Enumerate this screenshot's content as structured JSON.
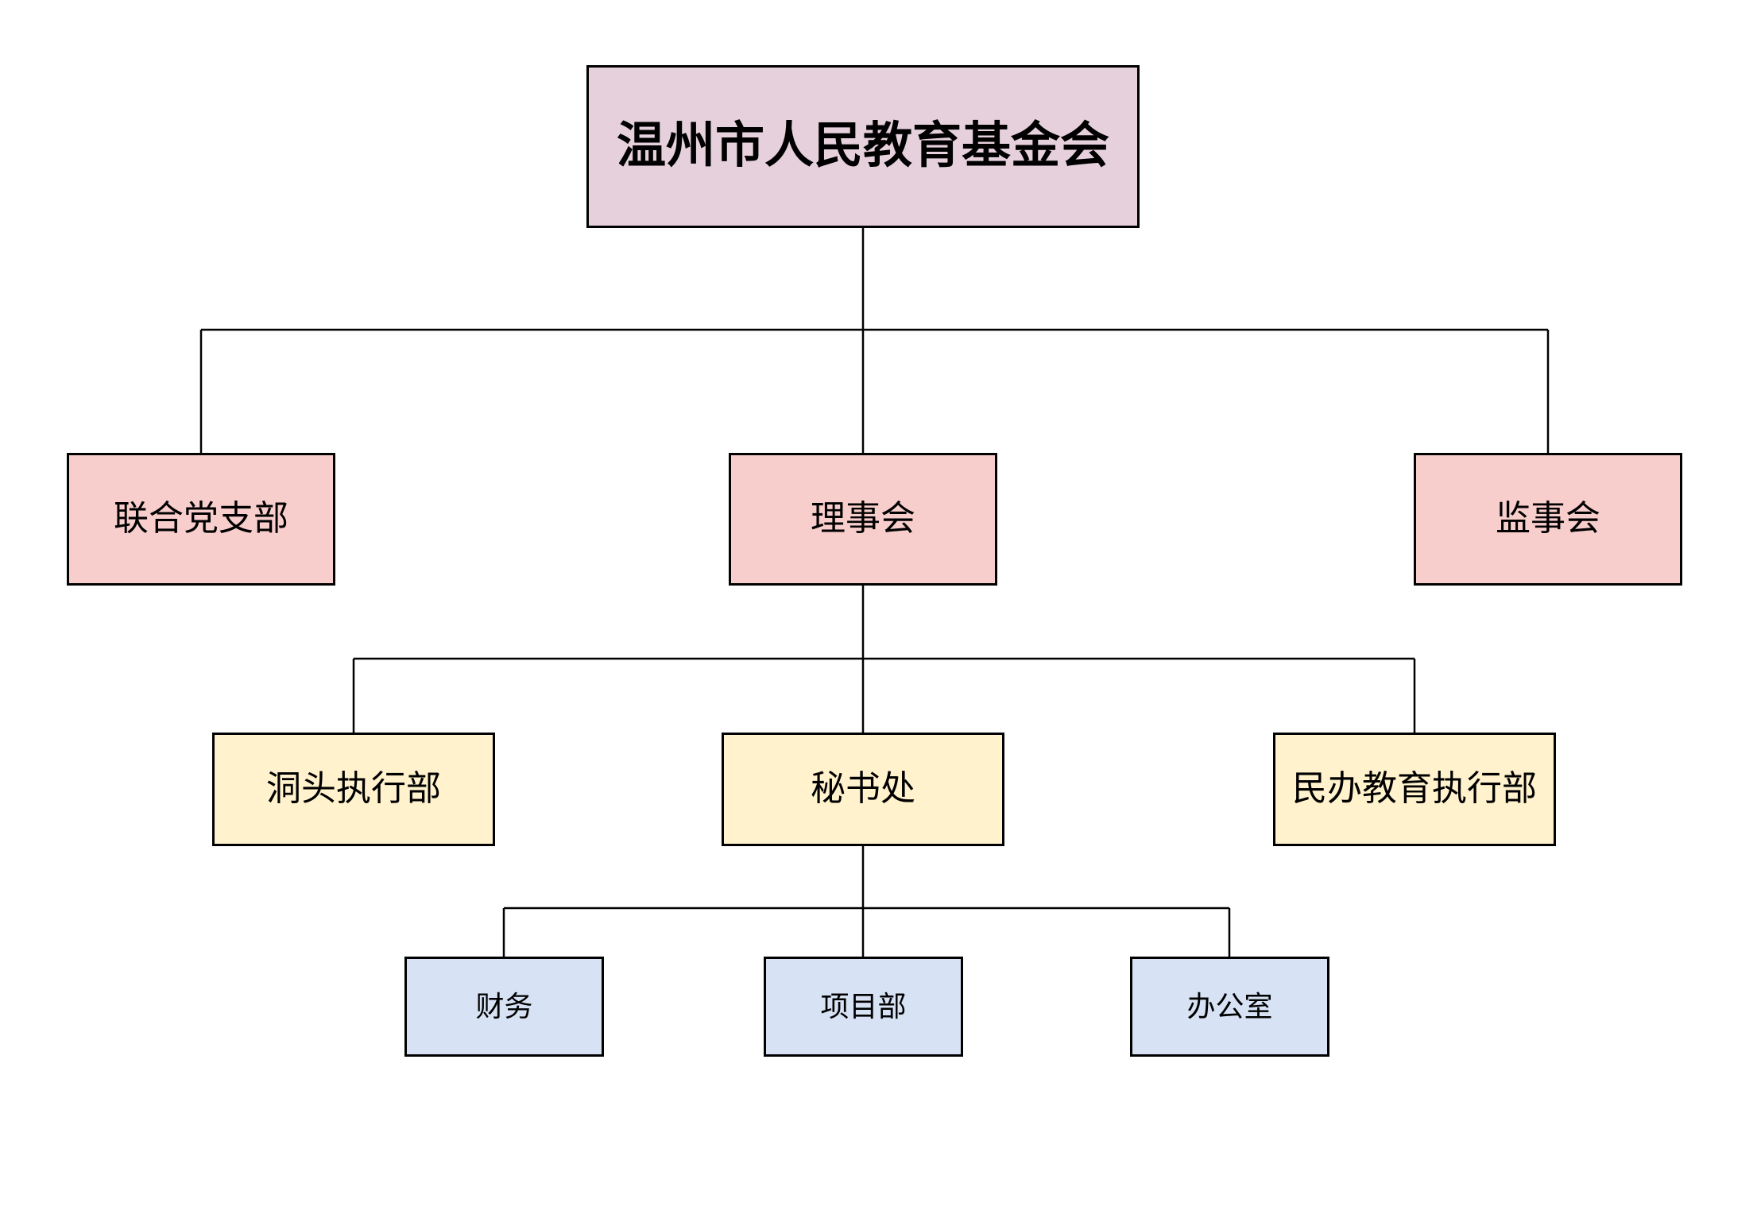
{
  "org_chart": {
    "title": "温州市人民教育基金会",
    "background": "#ffffff",
    "nodes": [
      {
        "id": "root",
        "label": "温州市人民教育基金会",
        "level": 1,
        "parent": null,
        "fill": "#e5d0dc"
      },
      {
        "id": "party",
        "label": "联合党支部",
        "level": 2,
        "parent": "root",
        "fill": "#f8cecc"
      },
      {
        "id": "council",
        "label": "理事会",
        "level": 2,
        "parent": "root",
        "fill": "#f8cecc"
      },
      {
        "id": "supervisors",
        "label": "监事会",
        "level": 2,
        "parent": "root",
        "fill": "#f8cecc"
      },
      {
        "id": "dongtou",
        "label": "洞头执行部",
        "level": 3,
        "parent": "council",
        "fill": "#fff2cc"
      },
      {
        "id": "secretariat",
        "label": "秘书处",
        "level": 3,
        "parent": "council",
        "fill": "#fff2cc"
      },
      {
        "id": "private_edu",
        "label": "民办教育执行部",
        "level": 3,
        "parent": "council",
        "fill": "#fff2cc"
      },
      {
        "id": "finance",
        "label": "财务",
        "level": 4,
        "parent": "secretariat",
        "fill": "#d7e3f4"
      },
      {
        "id": "projects",
        "label": "项目部",
        "level": 4,
        "parent": "secretariat",
        "fill": "#d7e3f4"
      },
      {
        "id": "office",
        "label": "办公室",
        "level": 4,
        "parent": "secretariat",
        "fill": "#d7e3f4"
      }
    ],
    "colors": {
      "root_fill": "#e5d0dc",
      "level2_fill": "#f8cecc",
      "level3_fill": "#fff2cc",
      "level4_fill": "#d7e3f4",
      "border": "#000000",
      "connector": "#000000",
      "text": "#000000",
      "background": "#ffffff"
    }
  }
}
